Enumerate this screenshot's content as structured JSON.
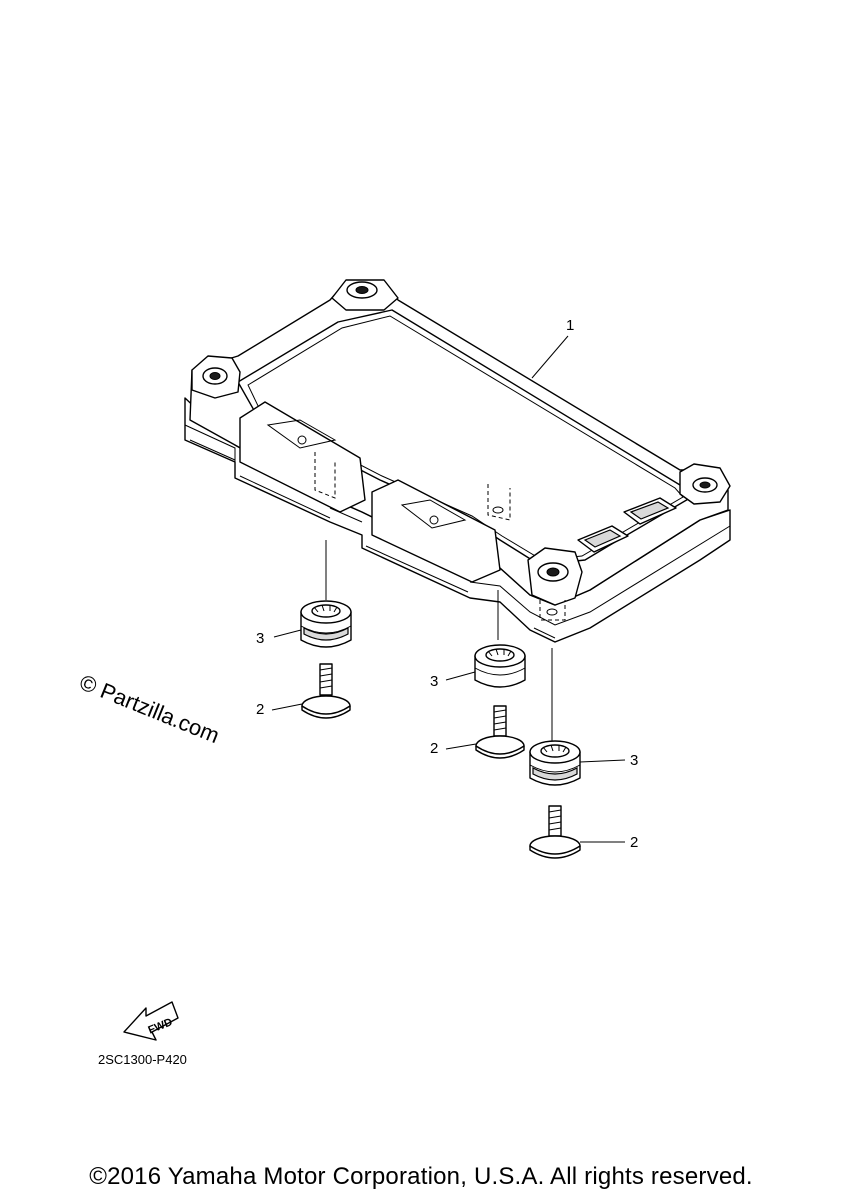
{
  "callouts": {
    "meter": "1",
    "bolt": "2",
    "damper": "3"
  },
  "diagram_code": "2SC1300-P420",
  "fwd_label": "FWD",
  "watermark": "© Partzilla.com",
  "copyright": "©2016 Yamaha Motor Corporation, U.S.A. All rights reserved."
}
